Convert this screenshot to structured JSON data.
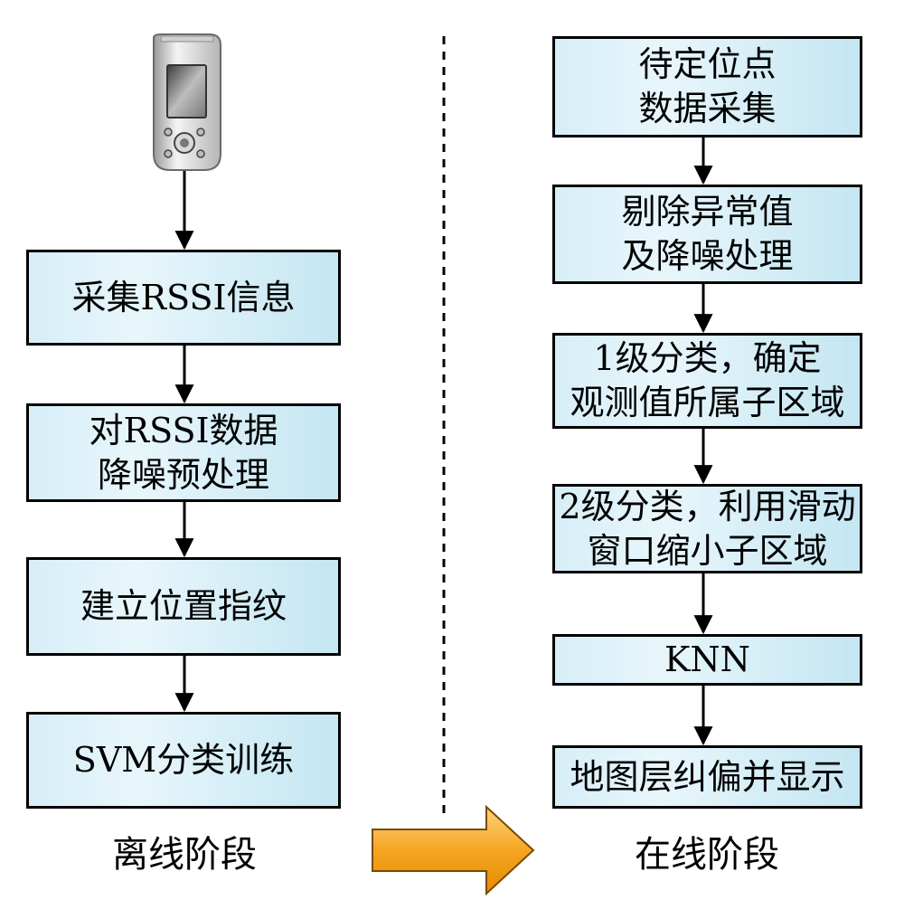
{
  "offline": {
    "stage_label": "离线阶段",
    "steps": [
      [
        "采集RSSI信息"
      ],
      [
        "对RSSI数据",
        "降噪预处理"
      ],
      [
        "建立位置指纹"
      ],
      [
        "SVM分类训练"
      ]
    ]
  },
  "online": {
    "stage_label": "在线阶段",
    "steps": [
      [
        "待定位点",
        "数据采集"
      ],
      [
        "剔除异常值",
        "及降噪处理"
      ],
      [
        "1级分类，确定",
        "观测值所属子区域"
      ],
      [
        "2级分类，利用滑动",
        "窗口缩小子区域"
      ],
      [
        "KNN"
      ],
      [
        "地图层纠偏并显示"
      ]
    ]
  },
  "colors": {
    "box_fill": "#d7eef7",
    "stage_arrow": "#f5a623"
  },
  "icons": [
    "mobile-device-icon",
    "stage-transition-arrow-icon"
  ]
}
